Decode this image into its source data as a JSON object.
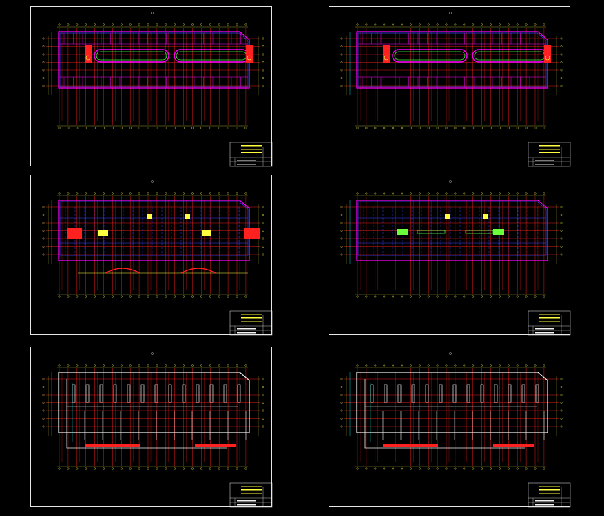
{
  "canvas": {
    "background": "#000000"
  },
  "colors": {
    "frame": "#e6e6e6",
    "grid_red": "#ff2020",
    "wall_magenta": "#ff00ff",
    "wall_blue": "#4040ff",
    "dim_yellow": "#ffff40",
    "caption_green": "#3cff3c",
    "line_white": "#f0f0f0",
    "accent_cyan": "#00ffff"
  },
  "icons": {
    "column_grid": "column-grid-icon",
    "title_block": "title-block-icon"
  },
  "sheets": [
    {
      "id": "sheet-1",
      "variant": "upper",
      "caption": ""
    },
    {
      "id": "sheet-2",
      "variant": "upper",
      "caption": ""
    },
    {
      "id": "sheet-3",
      "variant": "ground",
      "caption": ""
    },
    {
      "id": "sheet-4",
      "variant": "ground",
      "caption": ""
    },
    {
      "id": "sheet-5",
      "variant": "basement",
      "caption": ""
    },
    {
      "id": "sheet-6",
      "variant": "basement",
      "caption": ""
    }
  ]
}
